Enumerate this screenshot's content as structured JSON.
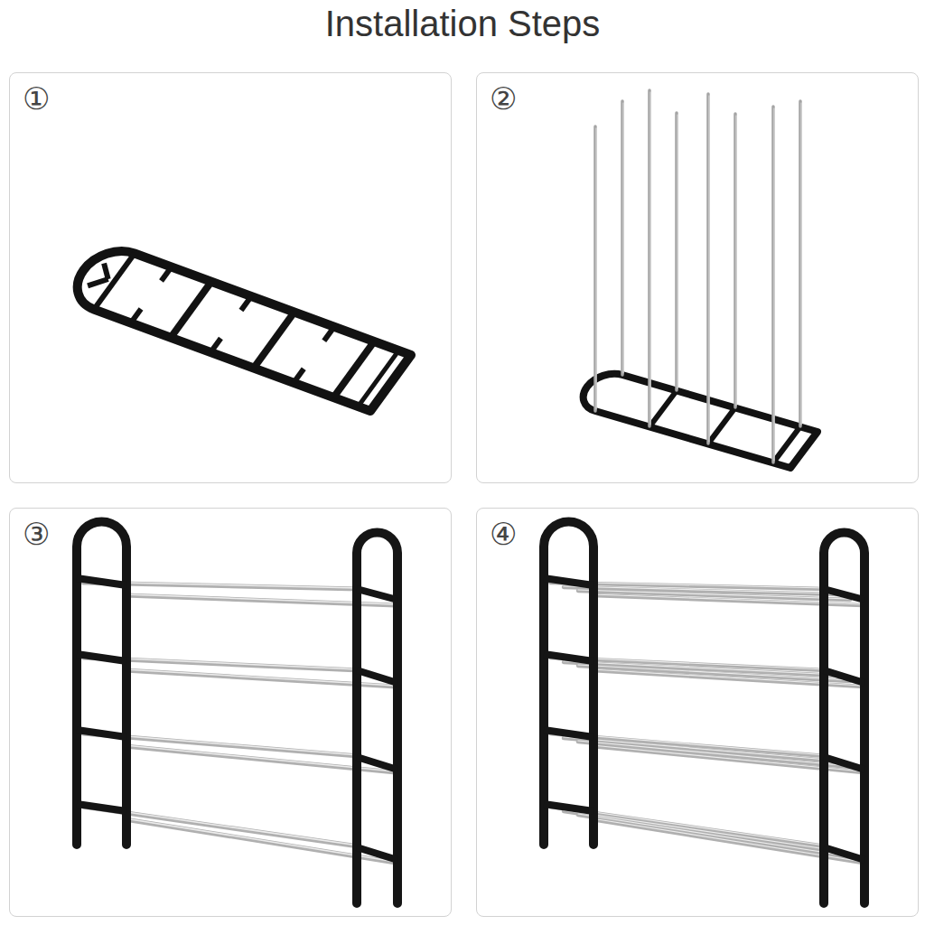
{
  "diagram": {
    "title": "Installation Steps",
    "nodes": [
      {
        "text": [
          "①"
        ]
      },
      {
        "text": [
          "②"
        ]
      },
      {
        "text": [
          "③"
        ]
      },
      {
        "text": [
          "④"
        ]
      }
    ]
  }
}
